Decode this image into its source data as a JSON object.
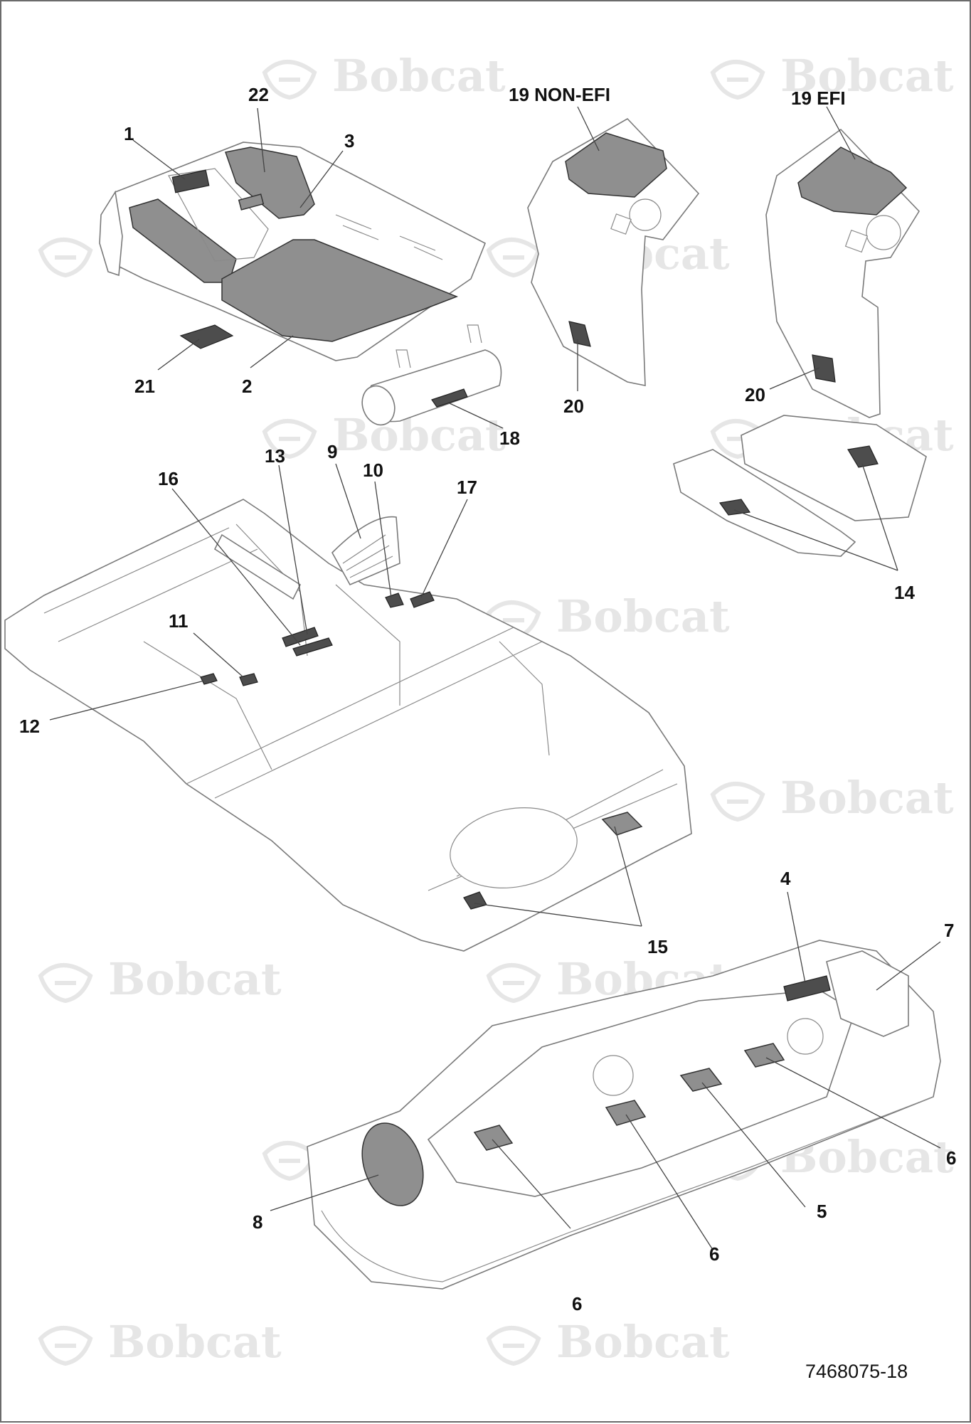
{
  "watermark": {
    "text": "Bobcat",
    "icon": "bobcat-logo-icon"
  },
  "headings": {
    "non_efi": "19 NON-EFI",
    "efi": "19 EFI"
  },
  "part_number": "7468075-18",
  "callouts": {
    "c1": "1",
    "c2": "2",
    "c3": "3",
    "c4": "4",
    "c5": "5",
    "c6a": "6",
    "c6b": "6",
    "c6c": "6",
    "c7": "7",
    "c8": "8",
    "c9": "9",
    "c10": "10",
    "c11": "11",
    "c12": "12",
    "c13": "13",
    "c14": "14",
    "c15": "15",
    "c16": "16",
    "c17": "17",
    "c18": "18",
    "c20a": "20",
    "c20b": "20",
    "c21": "21",
    "c22": "22"
  },
  "colors": {
    "decal": "#8f8f8f",
    "outline": "#7a7a7a",
    "watermark": "#e6e6e6"
  }
}
